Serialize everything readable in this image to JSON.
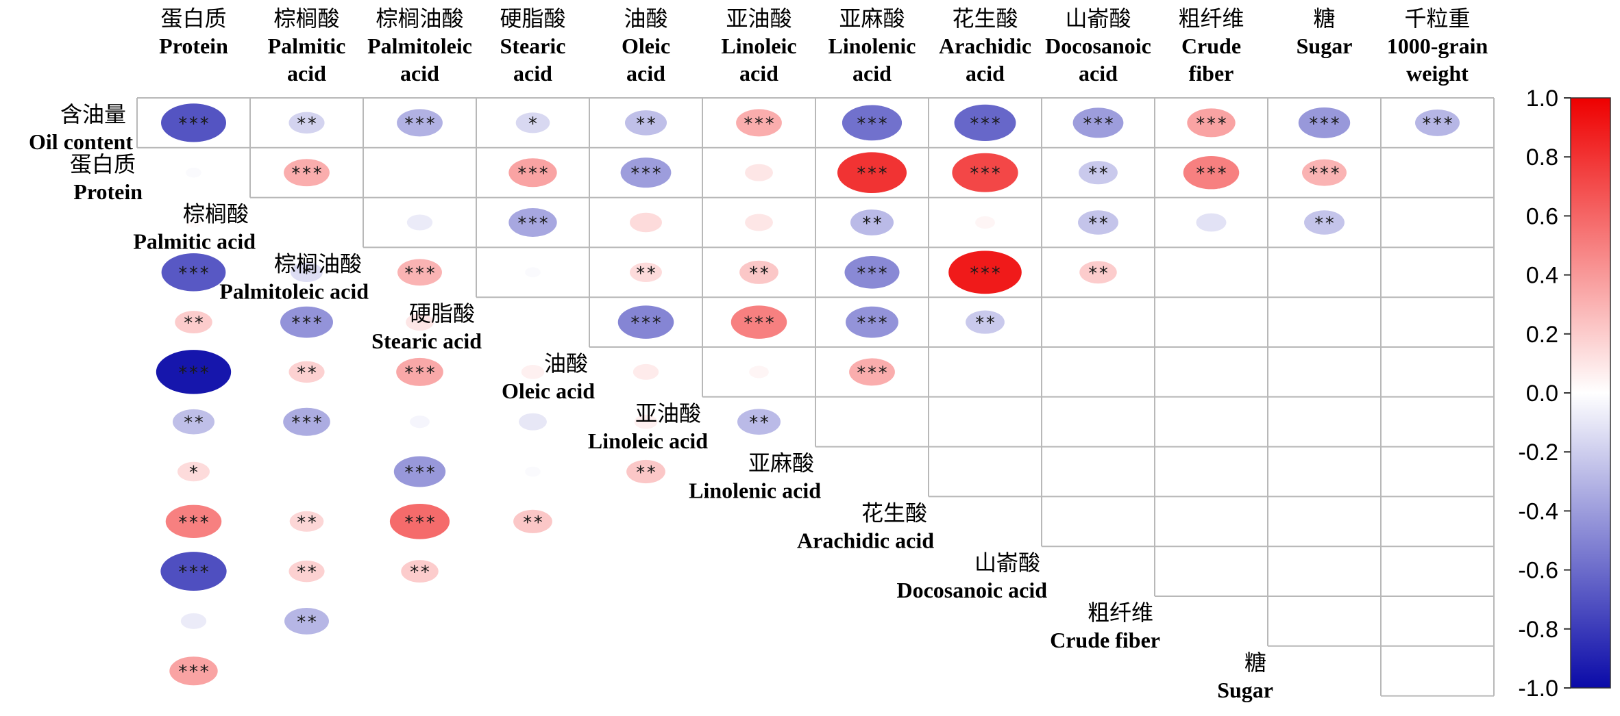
{
  "chart_data": {
    "type": "heatmap",
    "variables": [
      {
        "cn": "含油量",
        "en": [
          "Oil content"
        ]
      },
      {
        "cn": "蛋白质",
        "en": [
          "Protein"
        ]
      },
      {
        "cn": "棕榈酸",
        "en": [
          "Palmitic",
          "acid"
        ],
        "en_row": "Palmitic acid"
      },
      {
        "cn": "棕榈油酸",
        "en": [
          "Palmitoleic",
          "acid"
        ],
        "en_row": "Palmitoleic acid"
      },
      {
        "cn": "硬脂酸",
        "en": [
          "Stearic",
          "acid"
        ],
        "en_row": "Stearic acid"
      },
      {
        "cn": "油酸",
        "en": [
          "Oleic",
          "acid"
        ],
        "en_row": "Oleic acid"
      },
      {
        "cn": "亚油酸",
        "en": [
          "Linoleic",
          "acid"
        ],
        "en_row": "Linoleic acid"
      },
      {
        "cn": "亚麻酸",
        "en": [
          "Linolenic",
          "acid"
        ],
        "en_row": "Linolenic acid"
      },
      {
        "cn": "花生酸",
        "en": [
          "Arachidic",
          "acid"
        ],
        "en_row": "Arachidic acid"
      },
      {
        "cn": "山嵛酸",
        "en": [
          "Docosanoic",
          "acid"
        ],
        "en_row": "Docosanoic acid"
      },
      {
        "cn": "粗纤维",
        "en": [
          "Crude",
          "fiber"
        ],
        "en_row": "Crude fiber"
      },
      {
        "cn": "糖",
        "en": [
          "Sugar"
        ]
      },
      {
        "cn": "千粒重",
        "en": [
          "1000-grain",
          "weight"
        ]
      }
    ],
    "cells": [
      {
        "r": 0,
        "c": 0,
        "v": -0.7,
        "sig": "***"
      },
      {
        "r": 0,
        "c": 1,
        "v": -0.18,
        "sig": "**"
      },
      {
        "r": 0,
        "c": 2,
        "v": -0.32,
        "sig": "***"
      },
      {
        "r": 0,
        "c": 3,
        "v": -0.16,
        "sig": "*"
      },
      {
        "r": 0,
        "c": 4,
        "v": -0.26,
        "sig": "**"
      },
      {
        "r": 0,
        "c": 5,
        "v": 0.32,
        "sig": "***"
      },
      {
        "r": 0,
        "c": 6,
        "v": -0.58,
        "sig": "***"
      },
      {
        "r": 0,
        "c": 7,
        "v": -0.62,
        "sig": "***"
      },
      {
        "r": 0,
        "c": 8,
        "v": -0.4,
        "sig": "***"
      },
      {
        "r": 0,
        "c": 9,
        "v": 0.36,
        "sig": "***"
      },
      {
        "r": 0,
        "c": 10,
        "v": -0.42,
        "sig": "***"
      },
      {
        "r": 0,
        "c": 11,
        "v": -0.3,
        "sig": "***"
      },
      {
        "r": 1,
        "c": 0,
        "v": -0.02,
        "sig": ""
      },
      {
        "r": 1,
        "c": 1,
        "v": 0.32,
        "sig": "***"
      },
      {
        "r": 1,
        "c": 2,
        "v": 0.0,
        "sig": ""
      },
      {
        "r": 1,
        "c": 3,
        "v": 0.36,
        "sig": "***"
      },
      {
        "r": 1,
        "c": 4,
        "v": -0.4,
        "sig": "***"
      },
      {
        "r": 1,
        "c": 5,
        "v": 0.1,
        "sig": ""
      },
      {
        "r": 1,
        "c": 6,
        "v": 0.8,
        "sig": "***"
      },
      {
        "r": 1,
        "c": 7,
        "v": 0.72,
        "sig": "***"
      },
      {
        "r": 1,
        "c": 8,
        "v": -0.22,
        "sig": "**"
      },
      {
        "r": 1,
        "c": 9,
        "v": 0.5,
        "sig": "***"
      },
      {
        "r": 1,
        "c": 10,
        "v": 0.3,
        "sig": "***"
      },
      {
        "r": 2,
        "c": 0,
        "v": 0.02,
        "sig": ""
      },
      {
        "r": 2,
        "c": 1,
        "v": 0.0,
        "sig": ""
      },
      {
        "r": 2,
        "c": 2,
        "v": -0.08,
        "sig": ""
      },
      {
        "r": 2,
        "c": 3,
        "v": -0.36,
        "sig": "***"
      },
      {
        "r": 2,
        "c": 4,
        "v": 0.14,
        "sig": ""
      },
      {
        "r": 2,
        "c": 5,
        "v": 0.1,
        "sig": ""
      },
      {
        "r": 2,
        "c": 6,
        "v": -0.28,
        "sig": "**"
      },
      {
        "r": 2,
        "c": 7,
        "v": 0.04,
        "sig": ""
      },
      {
        "r": 2,
        "c": 8,
        "v": -0.24,
        "sig": "**"
      },
      {
        "r": 2,
        "c": 9,
        "v": -0.12,
        "sig": ""
      },
      {
        "r": 2,
        "c": 10,
        "v": -0.24,
        "sig": "**"
      },
      {
        "r": 3,
        "c": 0,
        "v": -0.68,
        "sig": "***"
      },
      {
        "r": 3,
        "c": 1,
        "v": -0.14,
        "sig": "*"
      },
      {
        "r": 3,
        "c": 2,
        "v": 0.3,
        "sig": "***"
      },
      {
        "r": 3,
        "c": 3,
        "v": -0.02,
        "sig": ""
      },
      {
        "r": 3,
        "c": 4,
        "v": 0.14,
        "sig": "**"
      },
      {
        "r": 3,
        "c": 5,
        "v": 0.22,
        "sig": "**"
      },
      {
        "r": 3,
        "c": 6,
        "v": -0.48,
        "sig": "***"
      },
      {
        "r": 3,
        "c": 7,
        "v": 0.9,
        "sig": "***"
      },
      {
        "r": 3,
        "c": 8,
        "v": 0.2,
        "sig": "**"
      },
      {
        "r": 4,
        "c": 0,
        "v": 0.2,
        "sig": "**"
      },
      {
        "r": 4,
        "c": 1,
        "v": -0.44,
        "sig": "***"
      },
      {
        "r": 4,
        "c": 2,
        "v": 0.1,
        "sig": ""
      },
      {
        "r": 4,
        "c": 3,
        "v": 0.0,
        "sig": ""
      },
      {
        "r": 4,
        "c": 4,
        "v": -0.5,
        "sig": "***"
      },
      {
        "r": 4,
        "c": 5,
        "v": 0.5,
        "sig": "***"
      },
      {
        "r": 4,
        "c": 6,
        "v": -0.44,
        "sig": "***"
      },
      {
        "r": 4,
        "c": 7,
        "v": -0.22,
        "sig": "**"
      },
      {
        "r": 5,
        "c": 0,
        "v": -0.95,
        "sig": "***"
      },
      {
        "r": 5,
        "c": 1,
        "v": 0.18,
        "sig": "**"
      },
      {
        "r": 5,
        "c": 2,
        "v": 0.34,
        "sig": "***"
      },
      {
        "r": 5,
        "c": 3,
        "v": 0.06,
        "sig": ""
      },
      {
        "r": 5,
        "c": 4,
        "v": 0.08,
        "sig": ""
      },
      {
        "r": 5,
        "c": 5,
        "v": 0.04,
        "sig": ""
      },
      {
        "r": 5,
        "c": 6,
        "v": 0.32,
        "sig": "***"
      },
      {
        "r": 6,
        "c": 0,
        "v": -0.26,
        "sig": "**"
      },
      {
        "r": 6,
        "c": 1,
        "v": -0.34,
        "sig": "***"
      },
      {
        "r": 6,
        "c": 2,
        "v": -0.04,
        "sig": ""
      },
      {
        "r": 6,
        "c": 3,
        "v": -0.1,
        "sig": ""
      },
      {
        "r": 6,
        "c": 4,
        "v": 0.06,
        "sig": ""
      },
      {
        "r": 6,
        "c": 5,
        "v": -0.28,
        "sig": "**"
      },
      {
        "r": 7,
        "c": 0,
        "v": 0.14,
        "sig": "*"
      },
      {
        "r": 7,
        "c": 1,
        "v": 0.0,
        "sig": ""
      },
      {
        "r": 7,
        "c": 2,
        "v": -0.42,
        "sig": "***"
      },
      {
        "r": 7,
        "c": 3,
        "v": -0.02,
        "sig": ""
      },
      {
        "r": 7,
        "c": 4,
        "v": 0.22,
        "sig": "**"
      },
      {
        "r": 8,
        "c": 0,
        "v": 0.5,
        "sig": "***"
      },
      {
        "r": 8,
        "c": 1,
        "v": 0.16,
        "sig": "**"
      },
      {
        "r": 8,
        "c": 2,
        "v": 0.58,
        "sig": "***"
      },
      {
        "r": 8,
        "c": 3,
        "v": 0.22,
        "sig": "**"
      },
      {
        "r": 9,
        "c": 0,
        "v": -0.72,
        "sig": "***"
      },
      {
        "r": 9,
        "c": 1,
        "v": 0.18,
        "sig": "**"
      },
      {
        "r": 9,
        "c": 2,
        "v": 0.2,
        "sig": "**"
      },
      {
        "r": 10,
        "c": 0,
        "v": -0.08,
        "sig": ""
      },
      {
        "r": 10,
        "c": 1,
        "v": -0.3,
        "sig": "**"
      },
      {
        "r": 11,
        "c": 0,
        "v": 0.36,
        "sig": "***"
      }
    ],
    "colorbar": {
      "min": -1.0,
      "max": 1.0,
      "ticks": [
        "1.0",
        "0.8",
        "0.6",
        "0.4",
        "0.2",
        "0.0",
        "-0.2",
        "-0.4",
        "-0.6",
        "-0.8",
        "-1.0"
      ],
      "colors": {
        "negative": "#0a0aa8",
        "zero": "#ffffff",
        "positive": "#ee0000"
      }
    }
  }
}
